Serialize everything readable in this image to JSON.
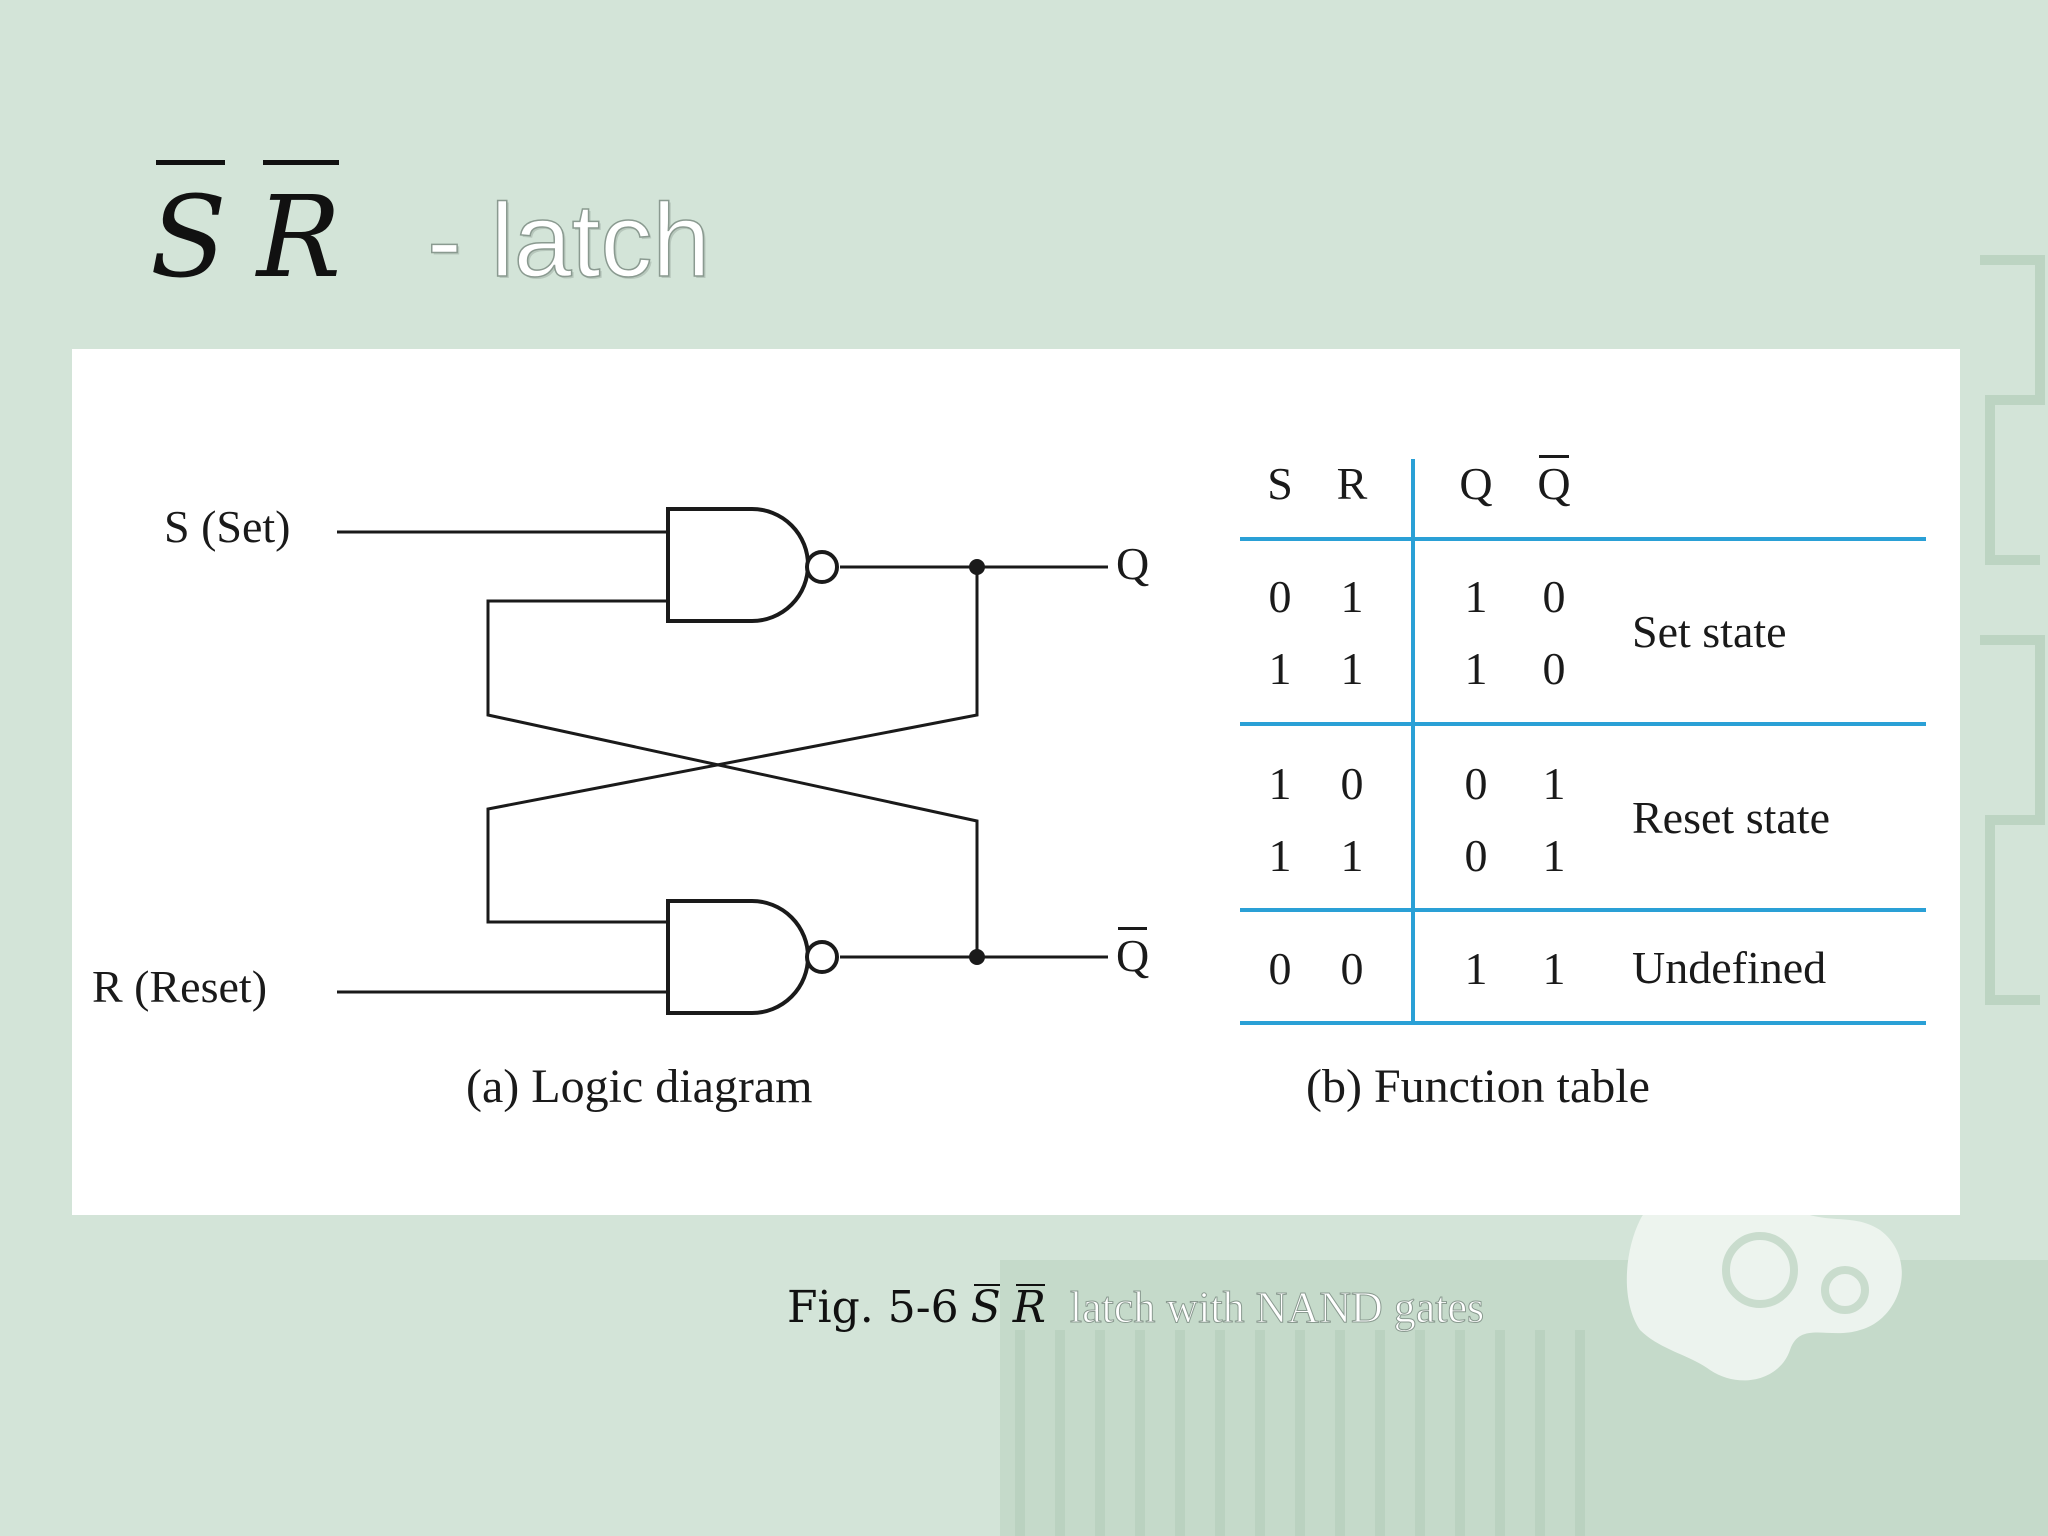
{
  "slide": {
    "title_letters": [
      "S",
      "R"
    ],
    "title_suffix": "- latch"
  },
  "logic_diagram": {
    "input_set": "S (Set)",
    "input_reset": "R (Reset)",
    "output_q": "Q",
    "output_qbar": "Q",
    "caption": "(a) Logic diagram"
  },
  "function_table": {
    "headers": [
      "S",
      "R",
      "Q",
      "Q"
    ],
    "rows": [
      {
        "S": "0",
        "R": "1",
        "Q": "1",
        "Qbar": "0"
      },
      {
        "S": "1",
        "R": "1",
        "Q": "1",
        "Qbar": "0"
      },
      {
        "S": "1",
        "R": "0",
        "Q": "0",
        "Qbar": "1"
      },
      {
        "S": "1",
        "R": "1",
        "Q": "0",
        "Qbar": "1"
      },
      {
        "S": "0",
        "R": "0",
        "Q": "1",
        "Qbar": "1"
      }
    ],
    "states": [
      "Set state",
      "Reset state",
      "Undefined"
    ],
    "caption": "(b) Function table"
  },
  "figure_caption": {
    "prefix": "Fig. 5-6",
    "letters": [
      "S",
      "R"
    ],
    "suffix": "latch with NAND gates"
  },
  "colors": {
    "background": "#d3e4d8",
    "table_rule": "#2aa0d6",
    "line": "#1a1a1a"
  }
}
